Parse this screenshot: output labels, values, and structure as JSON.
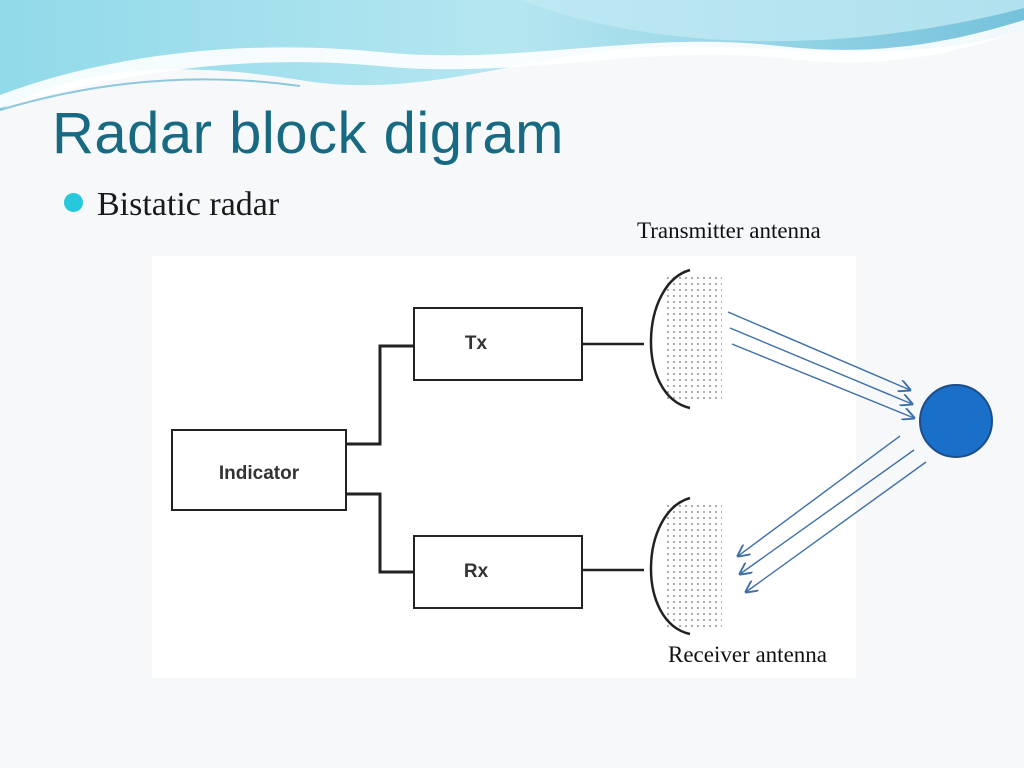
{
  "slide": {
    "title": "Radar block digram",
    "bullet": "Bistatic radar"
  },
  "diagram": {
    "blocks": {
      "indicator": "Indicator",
      "transmitter": "Tx",
      "receiver": "Rx"
    },
    "labels": {
      "transmitter_antenna": "Transmitter antenna",
      "receiver_antenna": "Receiver antenna"
    },
    "target_color": "#1a6fc9",
    "arrow_color": "#3d6fa8"
  },
  "theme": {
    "title_color": "#176a82",
    "bullet_color": "#26c9dc"
  }
}
